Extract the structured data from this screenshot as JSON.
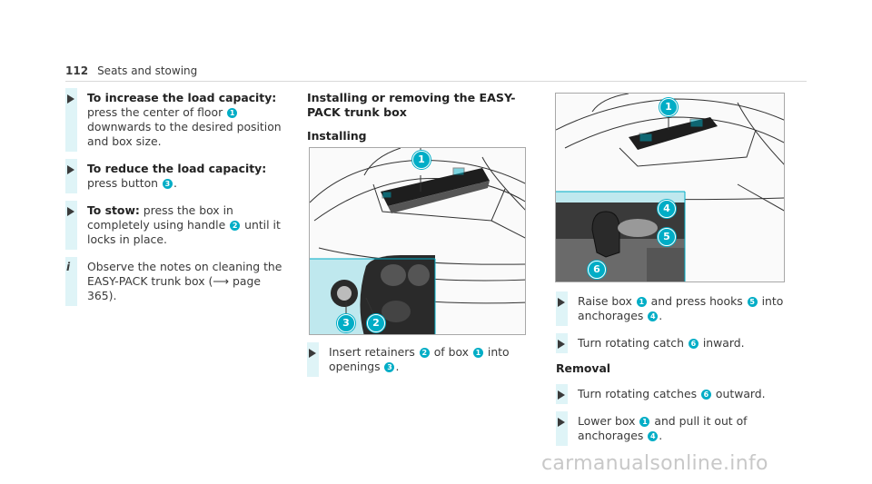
{
  "header": {
    "page_number": "112",
    "section": "Seats and stowing"
  },
  "column1": {
    "step1": {
      "bold": "To increase the load capacity:",
      "t1": " press the center of floor ",
      "b1": "1",
      "t2": " downwards to the desired position and box size."
    },
    "step2": {
      "bold": "To reduce the load capacity:",
      "t1": " press button ",
      "b1": "3",
      "t2": "."
    },
    "step3": {
      "bold": "To stow:",
      "t1": " press the box in completely using handle ",
      "b1": "2",
      "t2": " until it locks in place."
    },
    "note": {
      "icon": "i",
      "t1": "Observe the notes on cleaning the EASY-PACK trunk box (",
      "arrow": "⟶",
      "t2": " page 365)."
    }
  },
  "column2": {
    "heading": "Installing or removing the EASY-PACK trunk box",
    "subheading": "Installing",
    "figure": {
      "callouts": [
        "1",
        "2",
        "3"
      ]
    },
    "step1": {
      "t1": "Insert retainers ",
      "b1": "2",
      "t2": " of box ",
      "b2": "1",
      "t3": " into openings ",
      "b3": "3",
      "t4": "."
    }
  },
  "column3": {
    "figure": {
      "callouts": [
        "1",
        "4",
        "5",
        "6"
      ]
    },
    "step1": {
      "t1": "Raise box ",
      "b1": "1",
      "t2": " and press hooks ",
      "b2": "5",
      "t3": " into anchorages ",
      "b3": "4",
      "t4": "."
    },
    "step2": {
      "t1": "Turn rotating catch ",
      "b1": "6",
      "t2": " inward."
    },
    "removal_heading": "Removal",
    "step3": {
      "t1": "Turn rotating catches ",
      "b1": "6",
      "t2": " outward."
    },
    "step4": {
      "t1": "Lower box ",
      "b1": "1",
      "t2": " and pull it out of anchorages ",
      "b2": "4",
      "t3": "."
    }
  },
  "watermark": "carmanualsonline.info",
  "colors": {
    "accent": "#00adc6",
    "highlight": "#dff4f7"
  }
}
